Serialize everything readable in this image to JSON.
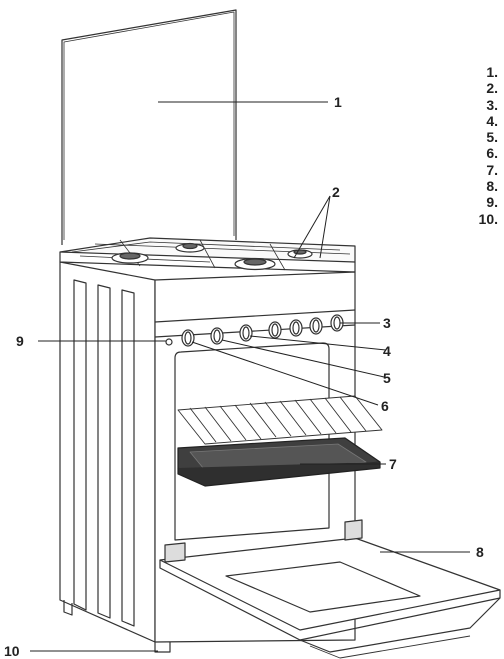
{
  "callouts": {
    "c1": "1",
    "c2": "2",
    "c3": "3",
    "c4": "4",
    "c5": "5",
    "c6": "6",
    "c7": "7",
    "c8": "8",
    "c9": "9",
    "c10": "10"
  },
  "legend": [
    "1.",
    "2.",
    "3.",
    "4.",
    "5.",
    "6.",
    "7.",
    "8.",
    "9.",
    "10."
  ],
  "colors": {
    "line": "#333333",
    "tray": "#3f3f3f",
    "tray_inner": "#555555",
    "background": "#ffffff"
  }
}
